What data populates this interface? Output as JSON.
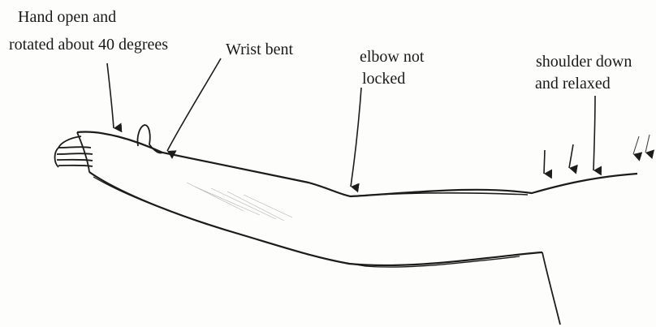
{
  "figure": {
    "labels": {
      "hand_line1": "Hand open and",
      "hand_line2": "rotated about 40 degrees",
      "wrist": "Wrist bent",
      "elbow_line1": "elbow not",
      "elbow_line2": "locked",
      "shoulder_line1": "shoulder down",
      "shoulder_line2": "and relaxed"
    },
    "ink_color": "#1c1c1c",
    "paper_color": "#fdfdfb"
  }
}
